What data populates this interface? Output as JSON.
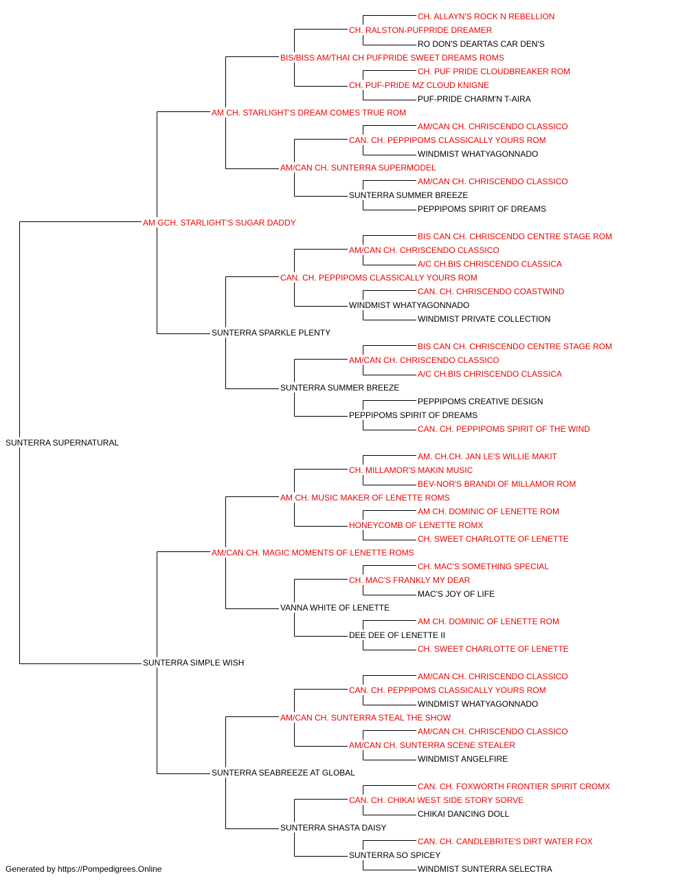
{
  "colors": {
    "champion": "#ee0000",
    "normal": "#000000",
    "line": "#000000"
  },
  "footer": "Generated by https://Pompedigrees.Online",
  "pedigree": {
    "name": "SUNTERRA SUPERNATURAL",
    "champion": false,
    "sire": {
      "name": "AM GCH. STARLIGHT'S SUGAR DADDY",
      "champion": true,
      "sire": {
        "name": "AM CH. STARLIGHT'S DREAM COMES TRUE ROM",
        "champion": true,
        "sire": {
          "name": "BIS/BISS AM/THAI CH PUFPRIDE SWEET DREAMS ROMS",
          "champion": true,
          "sire": {
            "name": "CH. RALSTON-PUFPRIDE DREAMER",
            "champion": true,
            "sire": {
              "name": "CH. ALLAYN'S ROCK N REBELLION",
              "champion": true
            },
            "dam": {
              "name": "RO DON'S DEARTAS CAR DEN'S",
              "champion": false
            }
          },
          "dam": {
            "name": "CH. PUF-PRIDE MZ CLOUD KNIGNE",
            "champion": true,
            "sire": {
              "name": "CH. PUF PRIDE CLOUDBREAKER ROM",
              "champion": true
            },
            "dam": {
              "name": "PUF-PRIDE CHARM'N T-AIRA",
              "champion": false
            }
          }
        },
        "dam": {
          "name": "AM/CAN CH. SUNTERRA SUPERMODEL",
          "champion": true,
          "sire": {
            "name": "CAN. CH. PEPPIPOMS CLASSICALLY YOURS ROM",
            "champion": true,
            "sire": {
              "name": "AM/CAN CH. CHRISCENDO CLASSICO",
              "champion": true
            },
            "dam": {
              "name": "WINDMIST WHATYAGONNADO",
              "champion": false
            }
          },
          "dam": {
            "name": "SUNTERRA SUMMER BREEZE",
            "champion": false,
            "sire": {
              "name": "AM/CAN CH. CHRISCENDO CLASSICO",
              "champion": true
            },
            "dam": {
              "name": "PEPPIPOMS SPIRIT OF DREAMS",
              "champion": false
            }
          }
        }
      },
      "dam": {
        "name": "SUNTERRA SPARKLE PLENTY",
        "champion": false,
        "sire": {
          "name": "CAN. CH. PEPPIPOMS CLASSICALLY YOURS ROM",
          "champion": true,
          "sire": {
            "name": "AM/CAN CH. CHRISCENDO CLASSICO",
            "champion": true,
            "sire": {
              "name": "BIS CAN CH. CHRISCENDO CENTRE STAGE ROM",
              "champion": true
            },
            "dam": {
              "name": "A/C CH.BIS CHRISCENDO CLASSICA",
              "champion": true
            }
          },
          "dam": {
            "name": "WINDMIST WHATYAGONNADO",
            "champion": false,
            "sire": {
              "name": "CAN. CH. CHRISCENDO COASTWIND",
              "champion": true
            },
            "dam": {
              "name": "WINDMIST PRIVATE COLLECTION",
              "champion": false
            }
          }
        },
        "dam": {
          "name": "SUNTERRA SUMMER BREEZE",
          "champion": false,
          "sire": {
            "name": "AM/CAN CH. CHRISCENDO CLASSICO",
            "champion": true,
            "sire": {
              "name": "BIS CAN CH. CHRISCENDO CENTRE STAGE ROM",
              "champion": true
            },
            "dam": {
              "name": "A/C CH.BIS CHRISCENDO CLASSICA",
              "champion": true
            }
          },
          "dam": {
            "name": "PEPPIPOMS SPIRIT OF DREAMS",
            "champion": false,
            "sire": {
              "name": "PEPPIPOMS CREATIVE DESIGN",
              "champion": false
            },
            "dam": {
              "name": "CAN. CH. PEPPIPOMS SPIRIT OF THE WIND",
              "champion": true
            }
          }
        }
      }
    },
    "dam": {
      "name": "SUNTERRA SIMPLE WISH",
      "champion": false,
      "sire": {
        "name": "AM/CAN CH. MAGIC MOMENTS OF LENETTE ROMS",
        "champion": true,
        "sire": {
          "name": "AM CH. MUSIC MAKER OF LENETTE ROMS",
          "champion": true,
          "sire": {
            "name": "CH. MILLAMOR'S MAKIN MUSIC",
            "champion": true,
            "sire": {
              "name": "AM. CH.CH. JAN LE'S WILLIE MAKIT",
              "champion": true
            },
            "dam": {
              "name": "BEV-NOR'S BRANDI OF MILLAMOR ROM",
              "champion": true
            }
          },
          "dam": {
            "name": "HONEYCOMB OF LENETTE ROMX",
            "champion": true,
            "sire": {
              "name": "AM CH. DOMINIC OF LENETTE ROM",
              "champion": true
            },
            "dam": {
              "name": "CH. SWEET CHARLOTTE OF LENETTE",
              "champion": true
            }
          }
        },
        "dam": {
          "name": "VANNA WHITE OF LENETTE",
          "champion": false,
          "sire": {
            "name": "CH. MAC'S FRANKLY MY DEAR",
            "champion": true,
            "sire": {
              "name": "CH. MAC'S SOMETHING SPECIAL",
              "champion": true
            },
            "dam": {
              "name": "MAC'S JOY OF LIFE",
              "champion": false
            }
          },
          "dam": {
            "name": "DEE DEE OF LENETTE II",
            "champion": false,
            "sire": {
              "name": "AM CH. DOMINIC OF LENETTE ROM",
              "champion": true
            },
            "dam": {
              "name": "CH. SWEET CHARLOTTE OF LENETTE",
              "champion": true
            }
          }
        }
      },
      "dam": {
        "name": "SUNTERRA SEABREEZE AT GLOBAL",
        "champion": false,
        "sire": {
          "name": "AM/CAN CH. SUNTERRA STEAL THE SHOW",
          "champion": true,
          "sire": {
            "name": "CAN. CH. PEPPIPOMS CLASSICALLY YOURS ROM",
            "champion": true,
            "sire": {
              "name": "AM/CAN CH. CHRISCENDO CLASSICO",
              "champion": true
            },
            "dam": {
              "name": "WINDMIST WHATYAGONNADO",
              "champion": false
            }
          },
          "dam": {
            "name": "AM/CAN CH. SUNTERRA SCENE STEALER",
            "champion": true,
            "sire": {
              "name": "AM/CAN CH. CHRISCENDO CLASSICO",
              "champion": true
            },
            "dam": {
              "name": "WINDMIST ANGELFIRE",
              "champion": false
            }
          }
        },
        "dam": {
          "name": "SUNTERRA SHASTA DAISY",
          "champion": false,
          "sire": {
            "name": "CAN. CH. CHIKAI WEST SIDE STORY SORVE",
            "champion": true,
            "sire": {
              "name": "CAN. CH. FOXWORTH FRONTIER SPIRIT CROMX",
              "champion": true
            },
            "dam": {
              "name": "CHIKAI DANCING DOLL",
              "champion": false
            }
          },
          "dam": {
            "name": "SUNTERRA SO SPICEY",
            "champion": false,
            "sire": {
              "name": "CAN. CH. CANDLEBRITE'S DIRT WATER FOX",
              "champion": true
            },
            "dam": {
              "name": "WINDMIST SUNTERRA SELECTRA",
              "champion": false
            }
          }
        }
      }
    }
  }
}
